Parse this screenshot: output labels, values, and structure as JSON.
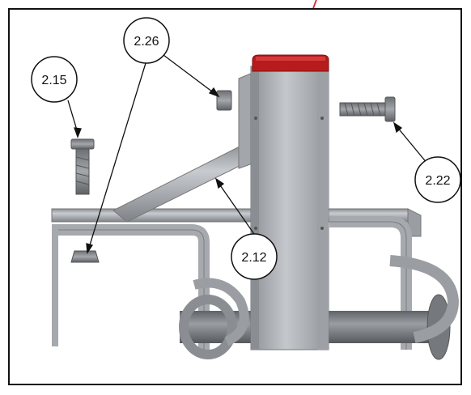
{
  "callouts": [
    {
      "id": "c215",
      "label": "2.15"
    },
    {
      "id": "c226",
      "label": "2.26"
    },
    {
      "id": "c222",
      "label": "2.22"
    },
    {
      "id": "c212",
      "label": "2.12"
    }
  ],
  "colors": {
    "frame": "#111111",
    "steel_light": "#b9bcc0",
    "steel_mid": "#9a9ea3",
    "steel_dark": "#6e7276",
    "cap_red": "#b71c1c",
    "bolt": "#8a8d90",
    "text": "#111111"
  }
}
